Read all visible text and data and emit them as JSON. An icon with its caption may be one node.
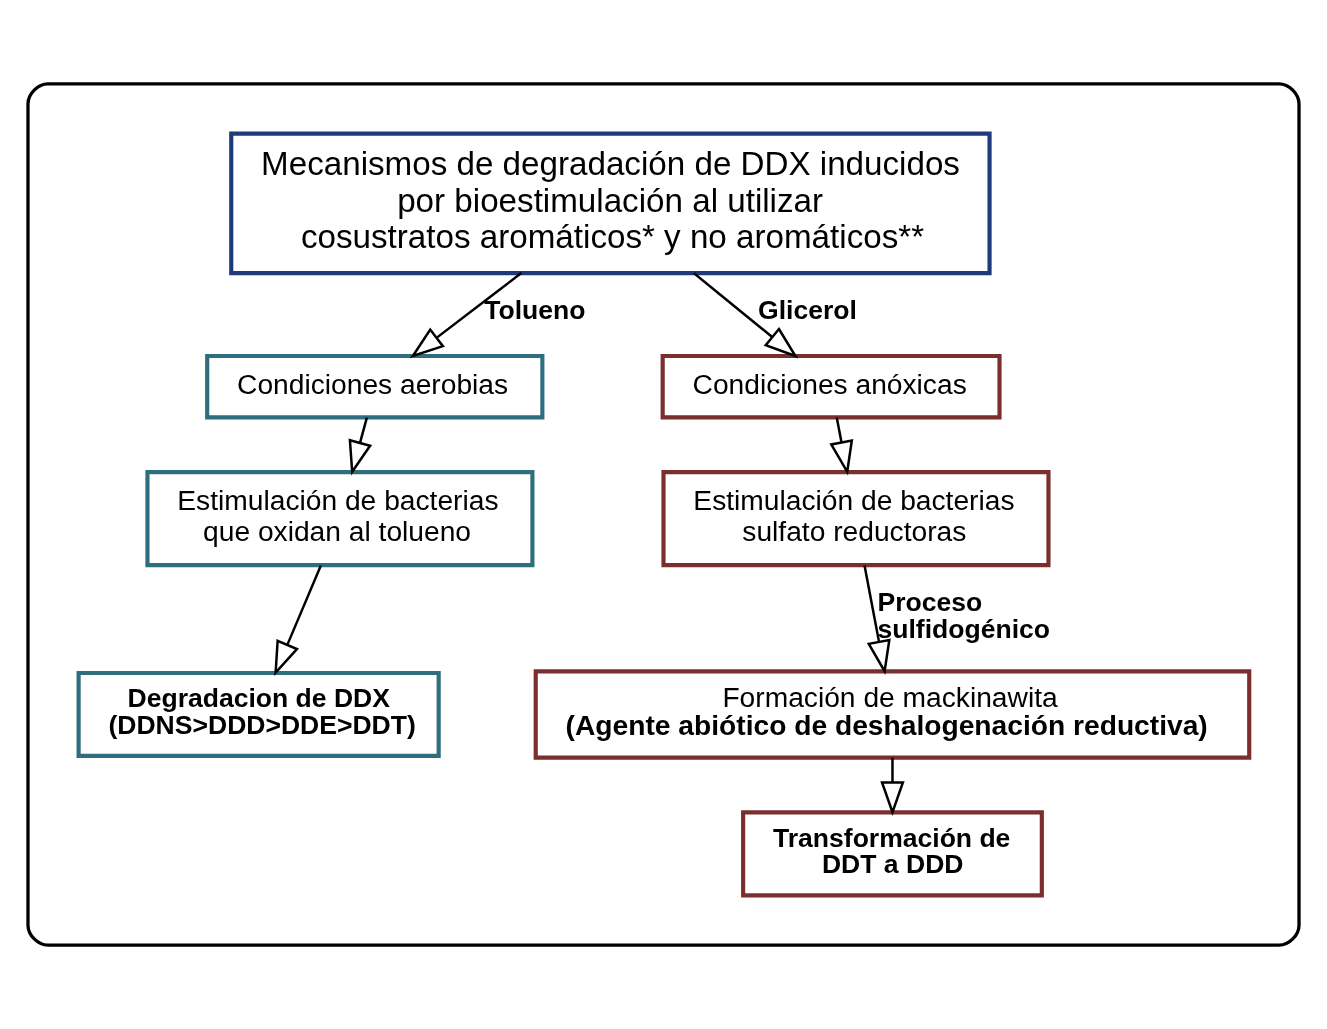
{
  "diagram": {
    "nodes": [
      {
        "text": [],
        "shape": "box"
      },
      {
        "text": [
          "Mecanismos de degradación de DDX inducidos por bioestimulación al utilizar cosustratos aromáticos* y no aromáticos**"
        ],
        "in": 0
      },
      {
        "text": [
          "Condiciones aerobias"
        ],
        "in": 0
      },
      {
        "text": [
          "Estimulación de bacterias que oxidan al tolueno"
        ],
        "in": 0
      },
      {
        "text": [
          "Degradacion de DDX (DDNS>DDD>DDE>DDT)"
        ],
        "in": 0
      },
      {
        "text": [
          "Condiciones anóxicas"
        ],
        "in": 0
      },
      {
        "text": [
          "Estimulación de bacterias sulfato reductoras"
        ],
        "in": 0
      },
      {
        "text": [
          "Formación de mackinawita",
          "(Agente abiótico de deshalogenación reductiva)"
        ],
        "in": 0
      },
      {
        "text": [
          "Transformación de DDT a DDD"
        ],
        "in": 0
      }
    ],
    "edges": [
      {
        "from": 1,
        "to": 2,
        "arrow": "to",
        "label": "Tolueno"
      },
      {
        "from": 2,
        "to": 3,
        "arrow": "to"
      },
      {
        "from": 3,
        "to": 4,
        "arrow": "to"
      },
      {
        "from": 1,
        "to": 5,
        "arrow": "to",
        "label": "Glicerol"
      },
      {
        "from": 5,
        "to": 6,
        "arrow": "to"
      },
      {
        "from": 6,
        "to": 7,
        "arrow": "to",
        "label": "Proceso sulfidogénico"
      },
      {
        "from": 7,
        "to": 8,
        "arrow": "to"
      }
    ]
  }
}
